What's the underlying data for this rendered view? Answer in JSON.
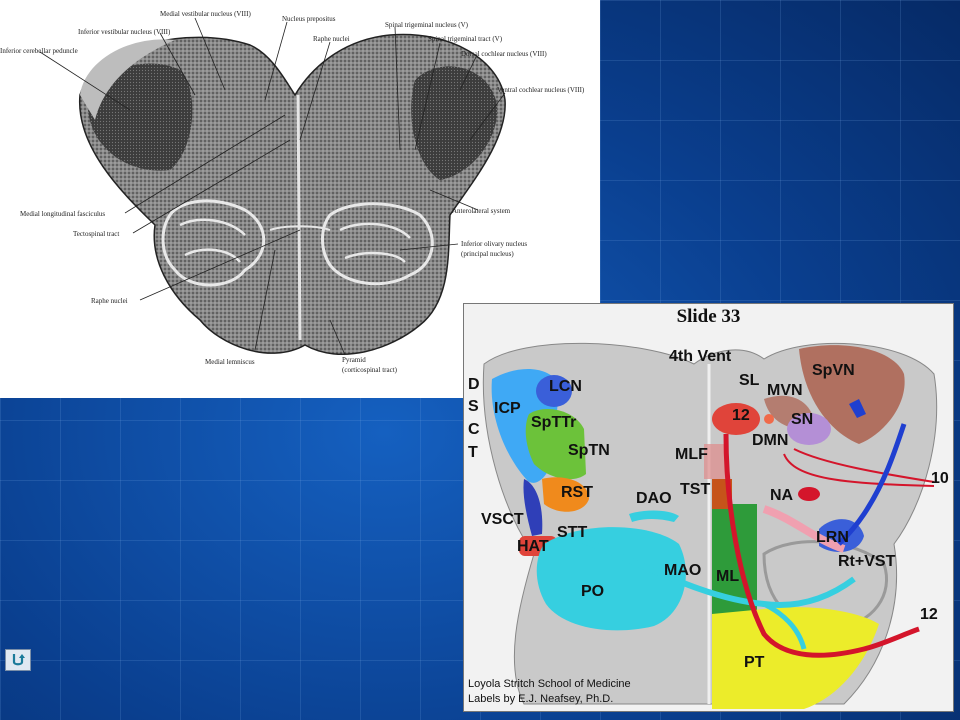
{
  "top_figure": {
    "labels": [
      "Medial vestibular nucleus (VIII)",
      "Inferior vestibular nucleus (VIII)",
      "Inferior cerebellar peduncle",
      "Nucleus prepositus",
      "Raphe nuclei",
      "Spinal trigeminal nucleus (V)",
      "Spinal trigeminal tract (V)",
      "Dorsal cochlear nucleus (VIII)",
      "Ventral cochlear nucleus (VIII)",
      "Anterolateral system",
      "Medial longitudinal fasciculus",
      "Tectospinal tract",
      "Inferior olivary nucleus",
      "(principal nucleus)",
      "Raphe nuclei",
      "Medial lemniscus",
      "Pyramid",
      "(corticospinal tract)"
    ]
  },
  "slide": {
    "title": "Slide 33",
    "labels": [
      "4th Vent",
      "D",
      "S",
      "C",
      "T",
      "ICP",
      "LCN",
      "SpTTr",
      "SpTN",
      "RST",
      "VSCT",
      "HAT",
      "STT",
      "DAO",
      "PO",
      "MAO",
      "ML",
      "MLF",
      "TST",
      "SL",
      "12",
      "MVN",
      "SpVN",
      "SN",
      "DMN",
      "NA",
      "10",
      "LRN",
      "Rt+VST",
      "12",
      "PT"
    ],
    "credit_line1": "Loyola Stritch School of Medicine",
    "credit_line2": "Labels by E.J. Neafsey, Ph.D."
  },
  "nav": {
    "icon": "return-arrow-icon"
  },
  "colors": {
    "icp": "#3fa9f5",
    "lcn": "#3a5fd9",
    "sptn": "#6cc23a",
    "rst": "#f08a1c",
    "vsct": "#2f3fb8",
    "hat": "#e0443a",
    "po": "#36cfe0",
    "ml": "#2e9b3a",
    "pt": "#ecec2a",
    "spvn": "#b07060",
    "sn": "#b48fd6",
    "tract_red": "#d4152b",
    "tract_blue": "#1f3fd0",
    "lrn": "#3a5fd9"
  }
}
